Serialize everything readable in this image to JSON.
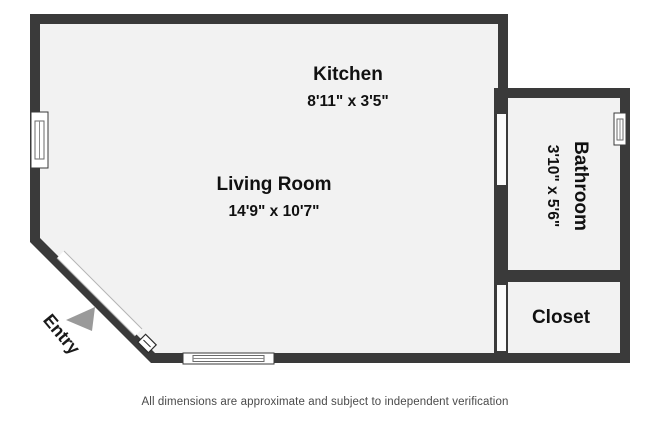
{
  "document": {
    "type": "floor-plan",
    "footer_note": "All dimensions are approximate and subject to independent verification"
  },
  "colors": {
    "wall": "#3a3a3a",
    "wall_edge": "#2b2b2b",
    "room_fill": "#f2f2f2",
    "background": "#ffffff",
    "label_text": "#111111",
    "footer_text": "#4a4a4a",
    "door_swing_arrow": "#9a9a9a",
    "opening_fill": "#ffffff"
  },
  "rooms": [
    {
      "id": "kitchen",
      "name": "Kitchen",
      "dimensions": "8'11\" x 3'5\"",
      "orientation": "horizontal"
    },
    {
      "id": "living-room",
      "name": "Living Room",
      "dimensions": "14'9\" x 10'7\"",
      "orientation": "horizontal"
    },
    {
      "id": "bathroom",
      "name": "Bathroom",
      "dimensions": "3'10\" x 5'6\"",
      "orientation": "vertical"
    },
    {
      "id": "closet",
      "name": "Closet",
      "dimensions": "",
      "orientation": "horizontal"
    }
  ],
  "annotations": {
    "entry_label": "Entry"
  }
}
